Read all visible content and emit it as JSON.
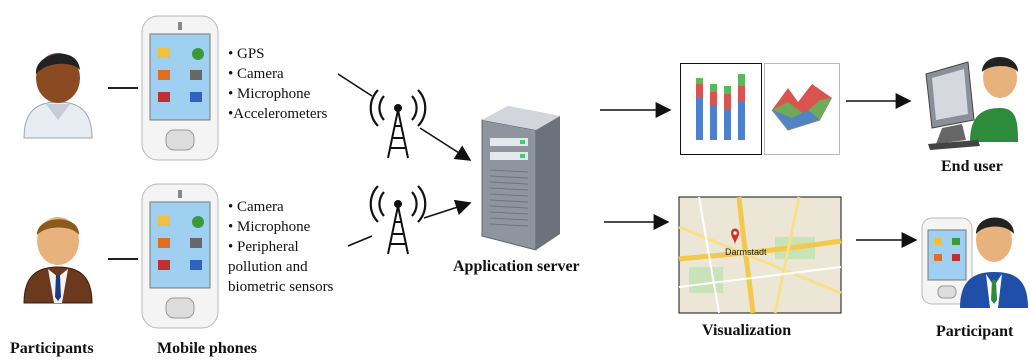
{
  "labels": {
    "participants_left": "Participants",
    "mobile_phones": "Mobile phones",
    "application_server": "Application server",
    "visualization": "Visualization",
    "end_user": "End user",
    "participant_right": "Participant"
  },
  "top_phone_sensors": [
    "• GPS",
    "• Camera",
    "• Microphone",
    "•Accelerometers"
  ],
  "bottom_phone_sensors": [
    "• Camera",
    "• Microphone",
    "• Peripheral",
    "pollution and",
    "biometric sensors"
  ],
  "map": {
    "city": "Darmstadt"
  },
  "colors": {
    "bar_red": "#d9534f",
    "bar_blue": "#4f7fcf",
    "bar_green": "#5cb85c",
    "server": "#8f959e",
    "map_bg": "#ece6d6",
    "map_road": "#f2c94c"
  }
}
